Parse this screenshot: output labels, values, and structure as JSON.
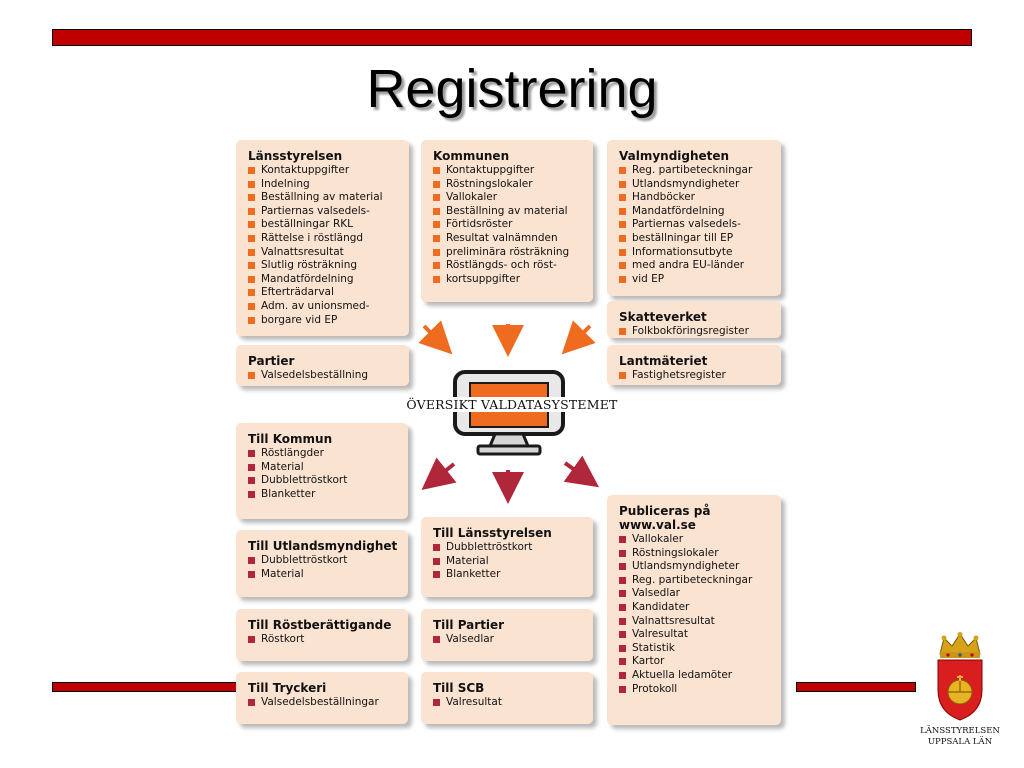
{
  "title": "Registrering",
  "center_label": "ÖVERSIKT VALDATASYSTEMET",
  "crest_caption": [
    "LÄNSSTYRELSEN",
    "UPPSALA LÄN"
  ],
  "colors": {
    "bar": "#c00000",
    "box_bg": "#fbe3d2",
    "input_bullet": "#ef6b1f",
    "output_bullet": "#b0263a",
    "input_arrow": "#ef6b1f",
    "output_arrow": "#b0263a"
  },
  "input_boxes": [
    {
      "id": "lansstyrelsen",
      "title": "Länsstyrelsen",
      "items": [
        "Kontaktuppgifter",
        "Indelning",
        "Beställning av material",
        "Partiernas valsedels-",
        "beställningar RKL",
        "Rättelse i röstlängd",
        "Valnattsresultat",
        "Slutlig rösträkning",
        "Mandatfördelning",
        "Efterträdarval",
        "Adm. av unionsmed-",
        "borgare vid EP"
      ]
    },
    {
      "id": "kommunen",
      "title": "Kommunen",
      "items": [
        "Kontaktuppgifter",
        "Röstningslokaler",
        "Vallokaler",
        "Beställning av material",
        "Förtidsröster",
        "Resultat valnämnden",
        "preliminära rösträkning",
        "Röstlängds- och röst-",
        "kortsuppgifter"
      ]
    },
    {
      "id": "valmyndigheten",
      "title": "Valmyndigheten",
      "items": [
        "Reg. partibeteckningar",
        "Utlandsmyndigheter",
        "Handböcker",
        "Mandatfördelning",
        "Partiernas valsedels-",
        "beställningar till EP",
        "Informationsutbyte",
        "med andra EU-länder",
        "vid EP"
      ]
    },
    {
      "id": "partier",
      "title": "Partier",
      "items": [
        "Valsedelsbeställning"
      ]
    },
    {
      "id": "skatteverket",
      "title": "Skatteverket",
      "items": [
        "Folkbokföringsregister"
      ]
    },
    {
      "id": "lantmateriet",
      "title": "Lantmäteriet",
      "items": [
        "Fastighetsregister"
      ]
    }
  ],
  "output_boxes": [
    {
      "id": "till-kommun",
      "title": "Till Kommun",
      "items": [
        "Röstlängder",
        "Material",
        "Dubblettröstkort",
        "Blanketter"
      ]
    },
    {
      "id": "till-lansstyrelsen",
      "title": "Till Länsstyrelsen",
      "items": [
        "Dubblettröstkort",
        "Material",
        "Blanketter"
      ]
    },
    {
      "id": "publiceras",
      "title": "Publiceras på www.val.se",
      "items": [
        "Vallokaler",
        "Röstningslokaler",
        "Utlandsmyndigheter",
        "Reg. partibeteckningar",
        "Valsedlar",
        "Kandidater",
        "Valnattsresultat",
        "Valresultat",
        "Statistik",
        "Kartor",
        "Aktuella ledamöter",
        "Protokoll"
      ]
    },
    {
      "id": "till-utlandsmyndighet",
      "title": "Till Utlandsmyndighet",
      "items": [
        "Dubblettröstkort",
        "Material"
      ]
    },
    {
      "id": "till-rostberattigande",
      "title": "Till Röstberättigande",
      "items": [
        "Röstkort"
      ]
    },
    {
      "id": "till-partier",
      "title": "Till Partier",
      "items": [
        "Valsedlar"
      ]
    },
    {
      "id": "till-tryckeri",
      "title": "Till Tryckeri",
      "items": [
        "Valsedelsbeställningar"
      ]
    },
    {
      "id": "till-scb",
      "title": "Till SCB",
      "items": [
        "Valresultat"
      ]
    }
  ]
}
